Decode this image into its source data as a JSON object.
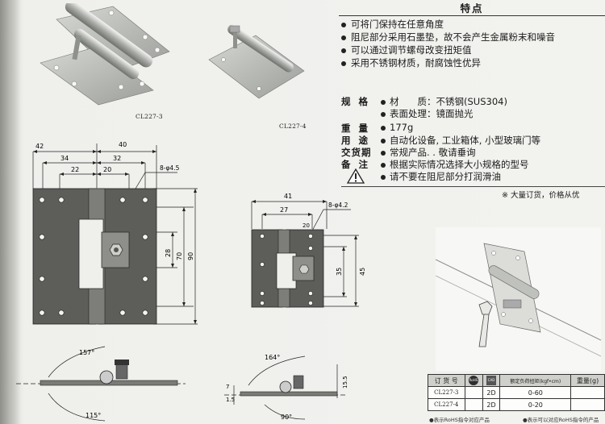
{
  "features": {
    "title": "特点",
    "items": [
      "可将门保持在任意角度",
      "阻尼部分采用石墨垫，故不会产生金属粉末和噪音",
      "可以通过调节螺母改变扭矩值",
      "采用不锈钢材质，耐腐蚀性优异"
    ]
  },
  "specs": {
    "spec_label": "规 格",
    "material": "材　　质：不锈钢(SUS304)",
    "surface": "表面处理：镜面抛光",
    "weight_label": "重 量",
    "weight": "177g",
    "use_label": "用 途",
    "use": "自动化设备, 工业箱体, 小型玻璃门等",
    "delivery_label": "交货期",
    "delivery": "常规产品. . 敬请垂询",
    "remark_label": "备 注",
    "remark1": "根据实际情况选择大小规格的型号",
    "remark2": "请不要在阻尼部分打润滑油"
  },
  "order_note": "※ 大量订货，价格从优",
  "products": {
    "large_caption": "CL227-3",
    "small_caption": "CL227-4"
  },
  "dims_large": {
    "d42": "42",
    "d40": "40",
    "d34": "34",
    "d32": "32",
    "d22": "22",
    "d20": "20",
    "hole": "8-φ4.5",
    "d28": "28",
    "d70": "70",
    "d90": "90",
    "angle_a": "157°",
    "angle_b": "115°"
  },
  "dims_small": {
    "d41": "41",
    "d27": "27",
    "d20": "20",
    "hole": "8-φ4.2",
    "d35": "35",
    "d45": "45",
    "angle_a": "164°",
    "angle_b": "90°",
    "d7": "7",
    "d1_5": "1.5",
    "d15_5": "15.5"
  },
  "order_table": {
    "headers": [
      "订 货 号",
      "RoHS",
      "CAD",
      "额定负荷扭矩(kgf•cm)",
      "重量(g)"
    ],
    "rows": [
      {
        "code": "CL227-3",
        "cad": "2D",
        "torque": "0-60",
        "weight": ""
      },
      {
        "code": "CL227-4",
        "cad": "2D",
        "torque": "0-20",
        "weight": ""
      }
    ],
    "footnote_left": "●表示RoHS指令对应产品",
    "footnote_right": "●表示可以对应RoHS指令的产品"
  },
  "colors": {
    "plate_dark": "#5d5d5a",
    "plate_light": "#9a9a96",
    "steel": "#c9ccc8"
  }
}
